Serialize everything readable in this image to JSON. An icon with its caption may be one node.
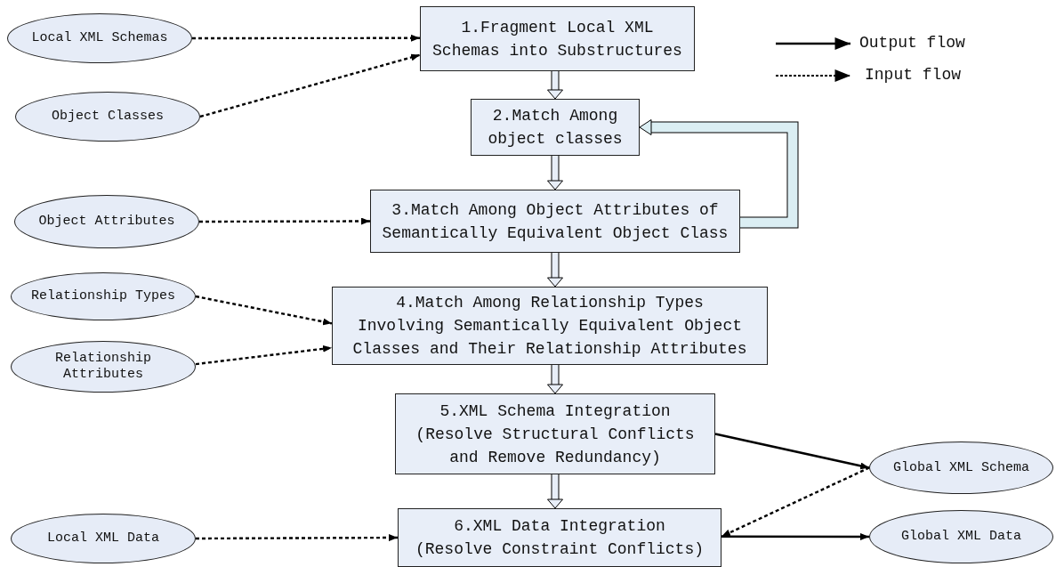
{
  "diagram": {
    "nodes": [
      {
        "text": [
          "Local XML Schemas"
        ]
      },
      {
        "text": [
          "Object Classes"
        ]
      },
      {
        "text": [
          "Object Attributes"
        ]
      },
      {
        "text": [
          "Relationship Types"
        ]
      },
      {
        "text": [
          "Relationship Attributes"
        ]
      },
      {
        "text": [
          "Local XML Data"
        ]
      },
      {
        "text": [
          "1.Fragment Local XML Schemas into Substructures"
        ]
      },
      {
        "text": [
          "2.Match Among object classes"
        ]
      },
      {
        "text": [
          "3.Match Among Object Attributes of Semantically Equivalent Object Class"
        ]
      },
      {
        "text": [
          "4.Match Among Relationship Types Involving Semantically Equivalent Object Classes and Their Relationship Attributes"
        ]
      },
      {
        "text": [
          "5.XML Schema Integration (Resolve Structural Conflicts and Remove Redundancy)"
        ]
      },
      {
        "text": [
          "6.XML Data Integration (Resolve Constraint Conflicts)"
        ]
      },
      {
        "text": [
          "Global XML Schema"
        ]
      },
      {
        "text": [
          "Global XML Data"
        ]
      }
    ],
    "edges": [
      {
        "from": 0,
        "to": 6,
        "arrow": "to",
        "style": "dashed"
      },
      {
        "from": 1,
        "to": 6,
        "arrow": "to",
        "style": "dashed"
      },
      {
        "from": 6,
        "to": 7,
        "arrow": "to",
        "style": "thick"
      },
      {
        "from": 7,
        "to": 8,
        "arrow": "to",
        "style": "thick"
      },
      {
        "from": 8,
        "to": 7,
        "arrow": "to",
        "style": "thick"
      },
      {
        "from": 2,
        "to": 8,
        "arrow": "to",
        "style": "dashed"
      },
      {
        "from": 8,
        "to": 9,
        "arrow": "to",
        "style": "thick"
      },
      {
        "from": 3,
        "to": 9,
        "arrow": "to",
        "style": "dashed"
      },
      {
        "from": 4,
        "to": 9,
        "arrow": "to",
        "style": "dashed"
      },
      {
        "from": 9,
        "to": 10,
        "arrow": "to",
        "style": "thick"
      },
      {
        "from": 10,
        "to": 12,
        "arrow": "to"
      },
      {
        "from": 10,
        "to": 11,
        "arrow": "to",
        "style": "thick"
      },
      {
        "from": 12,
        "to": 11,
        "arrow": "to",
        "style": "dashed"
      },
      {
        "from": 5,
        "to": 11,
        "arrow": "to",
        "style": "dashed"
      },
      {
        "from": 11,
        "to": 13,
        "arrow": "to"
      }
    ],
    "legend": [
      {
        "text": "Output flow"
      },
      {
        "text": "Input flow"
      }
    ]
  }
}
